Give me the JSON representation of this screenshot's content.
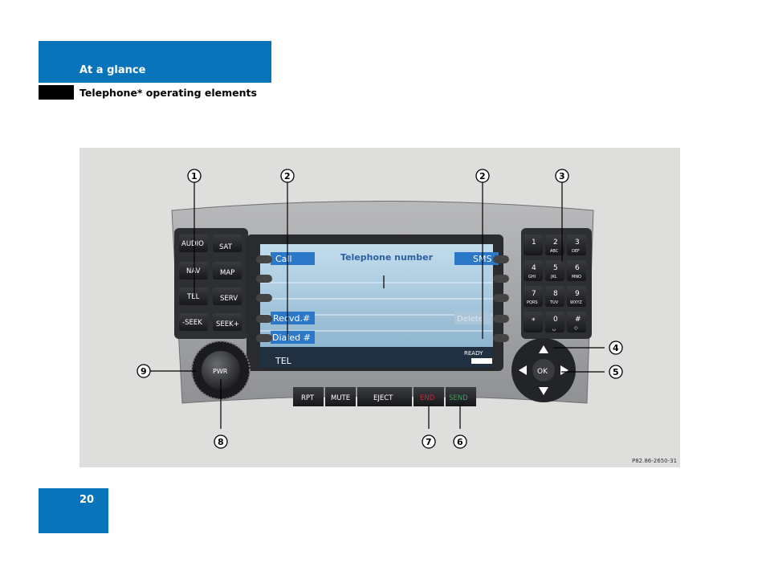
{
  "header": {
    "section": "At a glance",
    "subsection": "Telephone* operating elements"
  },
  "page_number": "20",
  "figure": {
    "ref_code": "P82.86-2650-31",
    "left_buttons": [
      "AUDIO",
      "SAT",
      "NAV",
      "MAP",
      "TEL",
      "SERV",
      "-SEEK",
      "SEEK+"
    ],
    "knob_label": "PWR",
    "screen": {
      "title": "Telephone number",
      "softkey_left_1": "Call",
      "softkey_left_4": "Recvd.#",
      "softkey_left_5": "Dialed #",
      "softkey_right_1": "SMS",
      "softkey_right_4": "Delete",
      "status_label": "TEL",
      "signal_label": "READY"
    },
    "bottom_buttons": {
      "rpt": "RPT",
      "mute": "MUTE",
      "eject": "EJECT",
      "end": "END",
      "send": "SEND"
    },
    "keypad": [
      {
        "key": "1",
        "sub": ""
      },
      {
        "key": "2",
        "sub": "ABC"
      },
      {
        "key": "3",
        "sub": "DEF"
      },
      {
        "key": "4",
        "sub": "GHI"
      },
      {
        "key": "5",
        "sub": "JKL"
      },
      {
        "key": "6",
        "sub": "MNO"
      },
      {
        "key": "7",
        "sub": "PQRS"
      },
      {
        "key": "8",
        "sub": "TUV"
      },
      {
        "key": "9",
        "sub": "WXYZ"
      },
      {
        "key": "*",
        "sub": ""
      },
      {
        "key": "0",
        "sub": "␣"
      },
      {
        "key": "#",
        "sub": "◇"
      }
    ],
    "ok_label": "OK",
    "callouts": {
      "c1": "1",
      "c2a": "2",
      "c2b": "2",
      "c3": "3",
      "c4": "4",
      "c5": "5",
      "c6": "6",
      "c7": "7",
      "c8": "8",
      "c9": "9"
    },
    "colors": {
      "end": "#d8213a",
      "send": "#3aa657",
      "screen": "#9ec2da",
      "softkey": "#2b78c8"
    }
  }
}
